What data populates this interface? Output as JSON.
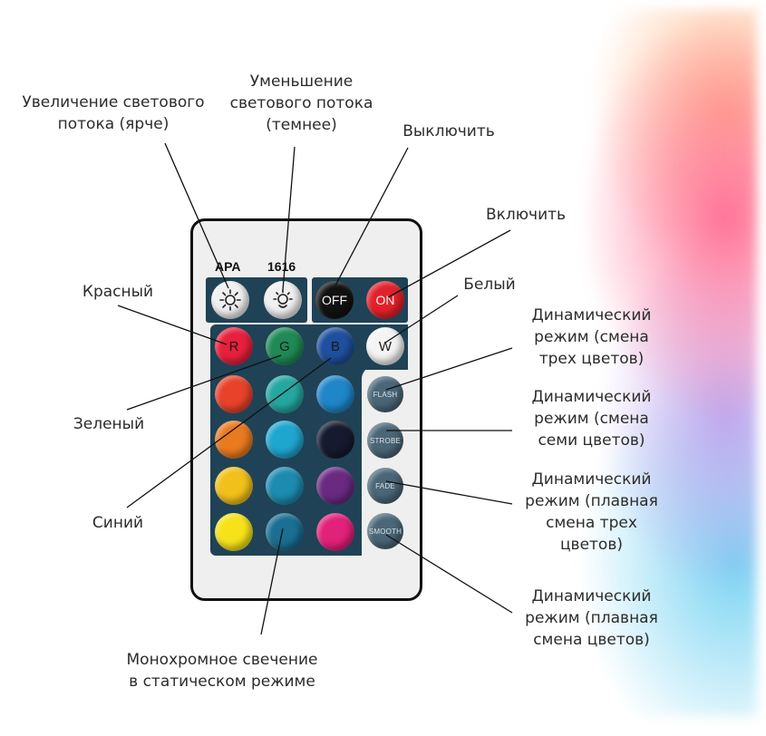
{
  "labels": {
    "brighter": "Увеличение светового\nпотока (ярче)",
    "dimmer": "Уменьшение\nсветового потока\n(темнее)",
    "off": "Выключить",
    "on": "Включить",
    "red": "Красный",
    "white": "Белый",
    "flash": "Динамический\nрежим (смена\nтрех цветов)",
    "strobe": "Динамический\nрежим (смена\nсеми цветов)",
    "green": "Зеленый",
    "fade": "Динамический\nрежим (плавная\nсмена трех\nцветов)",
    "blue": "Синий",
    "smooth": "Динамический\nрежим (плавная\nсмена цветов)",
    "mono": "Монохромное свечение\nв статическом режиме"
  },
  "remote": {
    "brand": "APA",
    "model": "1616",
    "buttons": {
      "off": "OFF",
      "on": "ON",
      "r": "R",
      "g": "G",
      "b": "B",
      "w": "W",
      "flash": "FLASH",
      "strobe": "STROBE",
      "fade": "FADE",
      "smooth": "SMOOTH"
    },
    "colors": {
      "red": "#e8203c",
      "green": "#1f8a55",
      "blue": "#1f4f9e",
      "white": "#f4f4f4",
      "off": "#111111",
      "on": "#e2202a",
      "brightness": "#f0f0f0",
      "grid": [
        [
          "#e8432a",
          "#25a7a0",
          "#1f86c8"
        ],
        [
          "#ea7a20",
          "#1fa6cf",
          "#151a2e"
        ],
        [
          "#f2c01a",
          "#1d8bb0",
          "#6a2a82"
        ],
        [
          "#f7e21a",
          "#1a6f93",
          "#e2217a"
        ]
      ]
    },
    "icons": [
      "sun-bright-icon",
      "sun-dim-icon"
    ]
  }
}
